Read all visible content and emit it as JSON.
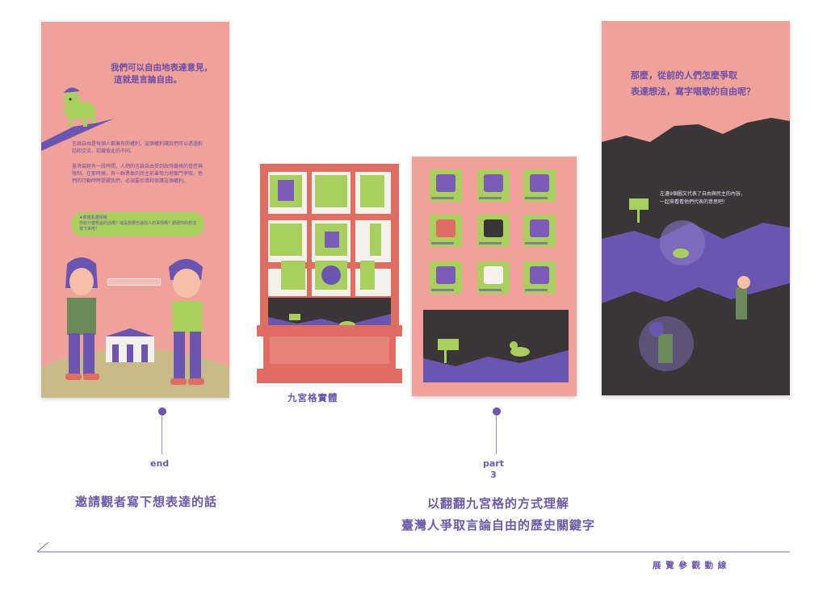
{
  "panel1": {
    "headline_line1": "我們可以自由地表達意見，",
    "headline_line2": "這就是言論自由。",
    "para1": "言論自由是每個人都擁有的權利，這個權利讓我們可以透過對話和交流，認識彼此的不同。",
    "para2": "臺灣曾經有一段時間，人們的言論自由受到政府嚴格的管控與限制。在那時候，有一群勇敢的民主前輩努力地奮鬥爭取。他們的行動時時提醒我們，必須要珍惜和保護這個權利。",
    "bubble_title": "★寫寫看選擇題",
    "bubble_text": "你有什麼想說的話嗎？或是想要告訴別人的事情嗎？請把你的想法寫下來吧！"
  },
  "panel2": {
    "label": "九宮格實體"
  },
  "panel4": {
    "question_line1": "那麼，從前的人們怎麼爭取",
    "question_line2": "表達想法，寫字唱歌的自由呢？",
    "hint_line1": "左邊9個圖文代表了自由與民主的內容，",
    "hint_line2": "一起來看看他們代表的意思吧！"
  },
  "timeline": {
    "step1_tag": "end",
    "step1_desc": "邀請觀者寫下想表達的話",
    "step2_tag_line1": "part",
    "step2_tag_line2": "3",
    "step2_desc_line1": "以翻翻九宮格的方式理解",
    "step2_desc_line2": "臺灣人爭取言論自由的歷史關鍵字",
    "footer": "展 覽 參 觀 動 線"
  },
  "colors": {
    "pink": "#f0a29a",
    "green": "#a9cf5e",
    "purple": "#6b55b0",
    "dark": "#3a3638",
    "frame_red": "#e06d62"
  }
}
